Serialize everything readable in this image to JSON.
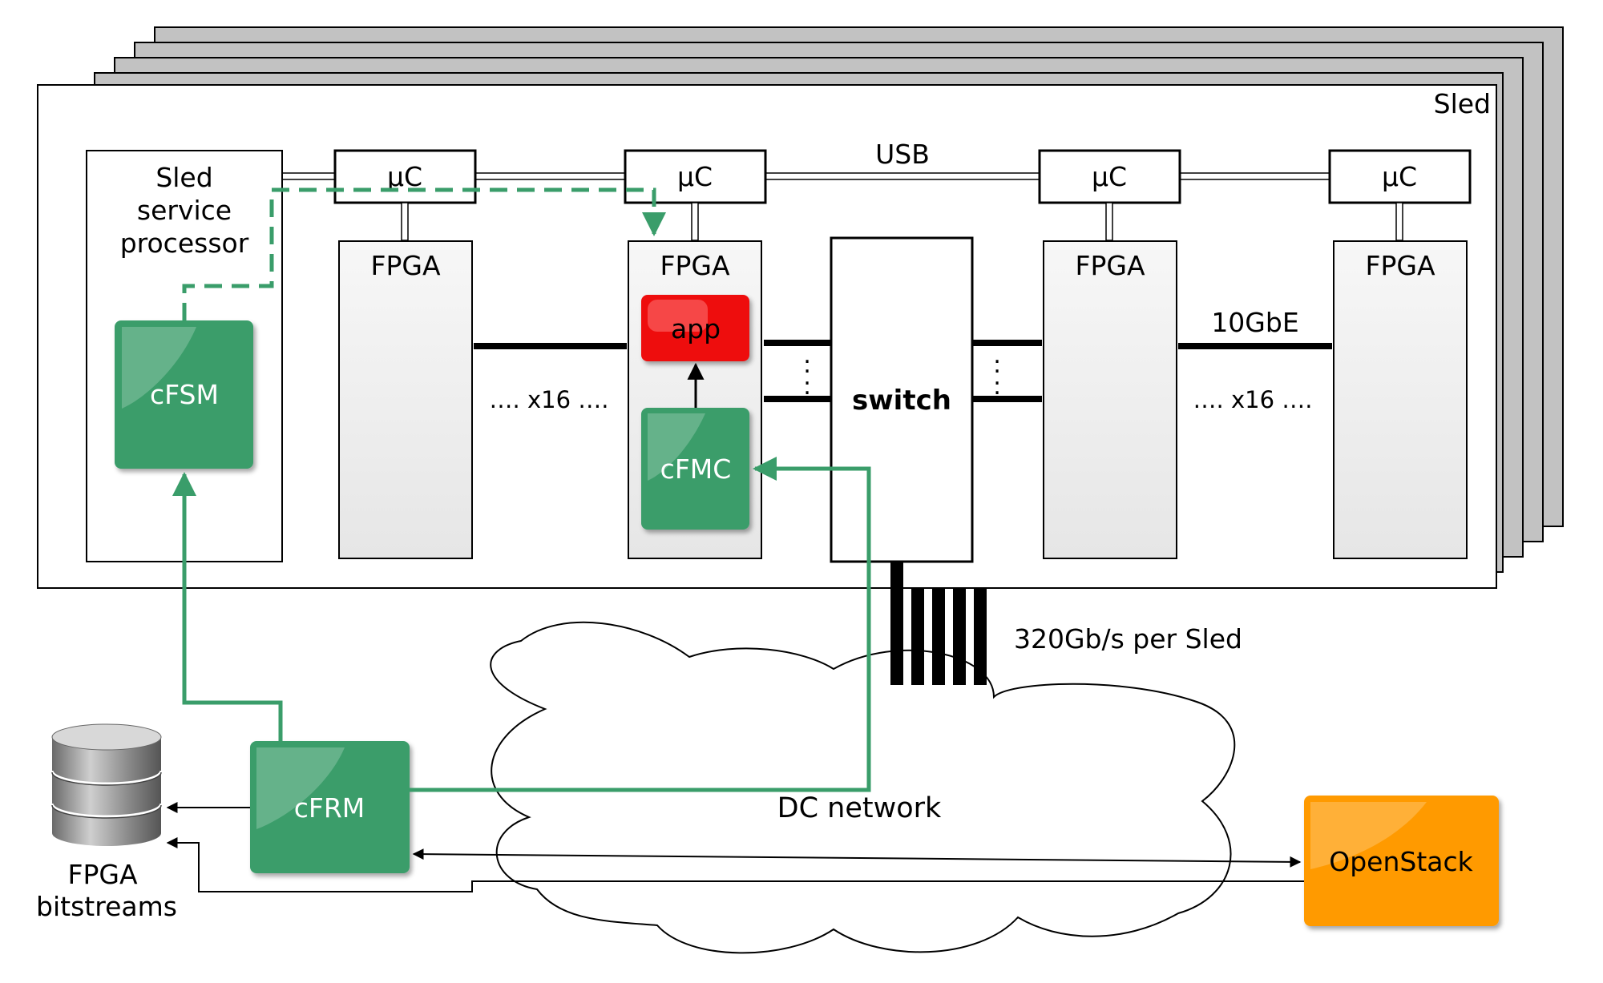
{
  "sled": {
    "label": "Sled"
  },
  "usb": {
    "label": "USB"
  },
  "service_processor": {
    "line1": "Sled",
    "line2": "service",
    "line3": "processor"
  },
  "uc_label": "µC",
  "fpga_label": "FPGA",
  "app": {
    "label": "app"
  },
  "cfsm": {
    "label": "cFSM"
  },
  "cfmc": {
    "label": "cFMC"
  },
  "cfrm": {
    "label": "cFRM"
  },
  "switch": {
    "label": "switch"
  },
  "multiplier_left": "…. x16 ….",
  "multiplier_right": "…. x16 ….",
  "ellipsis_vertical": ":",
  "link_10gbe": "10GbE",
  "bandwidth": "320Gb/s per Sled",
  "dc_network": "DC network",
  "bitstreams": {
    "line1": "FPGA",
    "line2": "bitstreams"
  },
  "openstack": {
    "label": "OpenStack"
  },
  "colors": {
    "green": "#3a9d6a",
    "red": "#ee1111",
    "orange": "#ff9a00",
    "gray_shadow": "#c2c2c2",
    "fpga_fill": "#f0f0f0"
  }
}
